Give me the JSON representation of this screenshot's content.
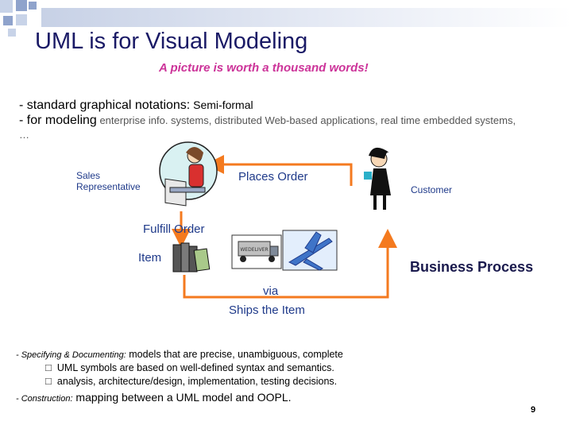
{
  "slide": {
    "title": "UML is for Visual Modeling",
    "subtitle": "A picture is worth a thousand words!",
    "lines": [
      {
        "lead": "- standard graphical notations:",
        "rest": " Semi-formal"
      },
      {
        "lead": "- for modeling",
        "rest": " enterprise info. systems, distributed Web-based applications, real time embedded systems,",
        "cont": "…"
      }
    ]
  },
  "diagram": {
    "sales_rep": "Sales Representative",
    "places_order": "Places Order",
    "customer": "Customer",
    "fulfill_order": "Fulfill Order",
    "item": "Item",
    "via": "via",
    "ships_item": "Ships the Item",
    "business_process": "Business Process",
    "truck_sign": "WEDELIVER",
    "arrow_color": "#f47a1f"
  },
  "bottom": {
    "spec_lead": "- Specifying & Documenting:",
    "spec_rest": " models that are precise, unambiguous, complete",
    "bullets": [
      "UML symbols are based on well-defined syntax and semantics.",
      "analysis, architecture/design, implementation, testing decisions."
    ],
    "cons_lead": "- Construction:",
    "cons_rest": " mapping between a UML model and OOPL."
  },
  "page_number": "9"
}
